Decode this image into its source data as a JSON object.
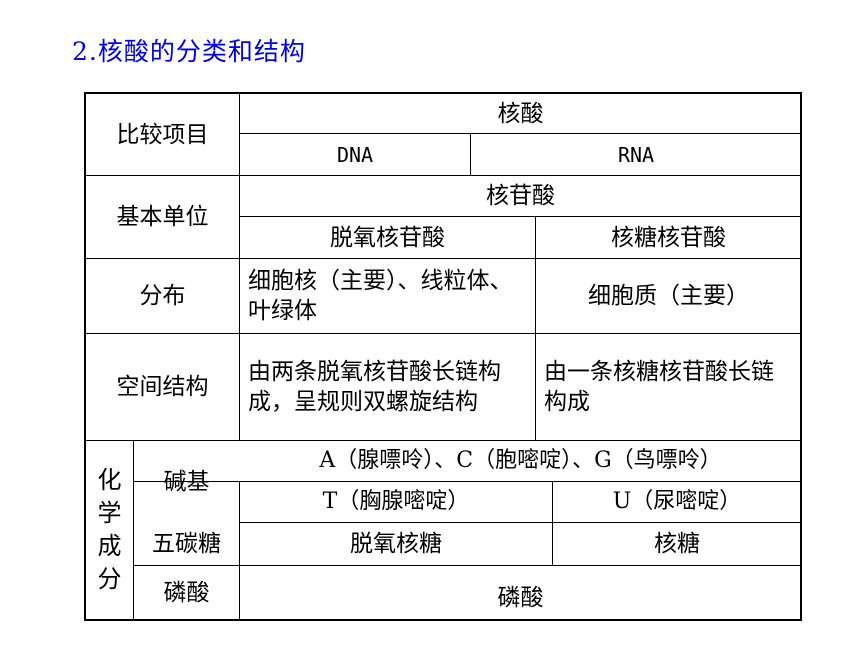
{
  "title": "2.核酸的分类和结构",
  "table": {
    "header": {
      "item_label": "比较项目",
      "nucleic_acid": "核酸",
      "dna": "DNA",
      "rna": "RNA"
    },
    "basic_unit": {
      "label": "基本单位",
      "common": "核苷酸",
      "dna": "脱氧核苷酸",
      "rna": "核糖核苷酸"
    },
    "distribution": {
      "label": "分布",
      "dna": "细胞核（主要）、线粒体、叶绿体",
      "rna": "细胞质（主要）"
    },
    "structure": {
      "label": "空间结构",
      "dna": "由两条脱氧核苷酸长链构成，呈规则双螺旋结构",
      "rna": "由一条核糖核苷酸长链构成"
    },
    "composition": {
      "label_chars": [
        "化",
        "学",
        "成",
        "分"
      ],
      "base": {
        "label": "碱基",
        "common": "A（腺嘌呤）、C（胞嘧啶）、G（鸟嘌呤）",
        "dna": "T（胸腺嘧啶）",
        "rna": "U（尿嘧啶）"
      },
      "sugar": {
        "label": "五碳糖",
        "dna": "脱氧核糖",
        "rna": "核糖"
      },
      "phosphate": {
        "label": "磷酸",
        "common": "磷酸"
      }
    }
  }
}
